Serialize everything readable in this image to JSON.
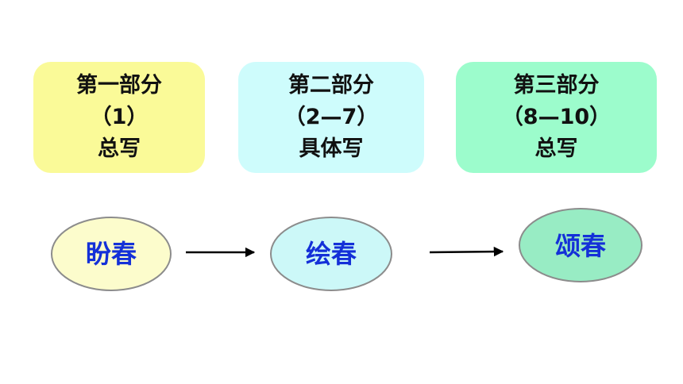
{
  "colors": {
    "box_1": "#fafa98",
    "box_2": "#cefcfc",
    "box_3": "#9cfccc",
    "ellipse_1": "#fcfccc",
    "ellipse_2": "#ccf8f8",
    "ellipse_3": "#98ecc4",
    "ellipse_stroke": "#8c8c8c",
    "ellipse_text": "#1430d8",
    "arrow": "#000000"
  },
  "sections": [
    {
      "title": "第一部分",
      "range": "（1）",
      "desc": "总写"
    },
    {
      "title": "第二部分",
      "range": "（2—7）",
      "desc": "具体写"
    },
    {
      "title": "第三部分",
      "range": "（8—10）",
      "desc": "总写"
    }
  ],
  "flow": [
    {
      "label": "盼春"
    },
    {
      "label": "绘春"
    },
    {
      "label": "颂春"
    }
  ]
}
